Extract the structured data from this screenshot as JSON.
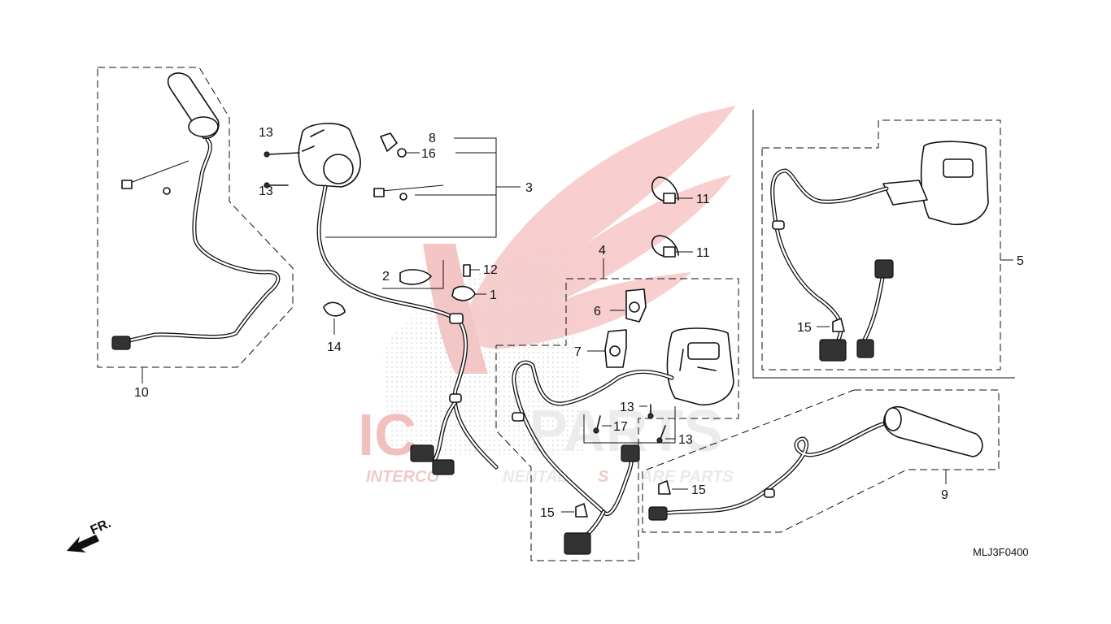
{
  "diagram": {
    "code": "MLJ3F0400",
    "direction_label": "FR.",
    "watermark": {
      "brand_left": "IC",
      "brand_right": "PARTS",
      "tagline_left": "INTERCO",
      "tagline_mid": "NENTAL",
      "tagline_right": "S",
      "tagline_end": "ARE PARTS"
    },
    "callouts": {
      "c1": "1",
      "c2": "2",
      "c3": "3",
      "c4": "4",
      "c5": "5",
      "c6": "6",
      "c7": "7",
      "c8": "8",
      "c9": "9",
      "c10": "10",
      "c11a": "11",
      "c11b": "11",
      "c12": "12",
      "c13a": "13",
      "c13b": "13",
      "c13c": "13",
      "c13d": "13",
      "c14": "14",
      "c15a": "15",
      "c15b": "15",
      "c15c": "15",
      "c16": "16",
      "c17": "17"
    },
    "colors": {
      "line": "#111111",
      "watermark": "#e05050",
      "dots": "#bbbbbb"
    }
  }
}
